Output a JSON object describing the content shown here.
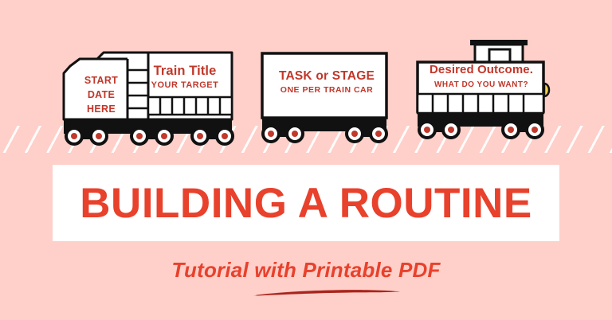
{
  "poster": {
    "background_color": "#FFCFC9",
    "banner_color": "#FFFFFF",
    "accent_red": "#E8412C",
    "train_text_red": "#C1372A",
    "wheel_hub_color": "#C0392B",
    "outline_color": "#111111",
    "headlight_color": "#F4D24C",
    "underline_color": "#A8241C"
  },
  "train": {
    "locomotive": {
      "name": "locomotive",
      "start_date_label": "START\nDATE\nHERE",
      "start_date_lines": [
        "START",
        "DATE",
        "HERE"
      ],
      "headline": "Train Title",
      "subline": "YOUR TARGET"
    },
    "boxcar": {
      "name": "boxcar",
      "headline": "TASK or STAGE",
      "subline": "ONE PER TRAIN CAR"
    },
    "caboose": {
      "name": "caboose",
      "headline": "Desired Outcome.",
      "subline": "WHAT DO YOU WANT?"
    }
  },
  "headline": {
    "title": "BUILDING A ROUTINE",
    "subtitle": "Tutorial with Printable PDF"
  },
  "icons": {
    "headlight": "headlight-icon",
    "wheel": "wheel-icon",
    "ladder": "ladder-icon",
    "cupola": "cupola-icon",
    "brush_underline": "brush-underline-icon",
    "ground_hatch": "ground-hatch-icon"
  }
}
